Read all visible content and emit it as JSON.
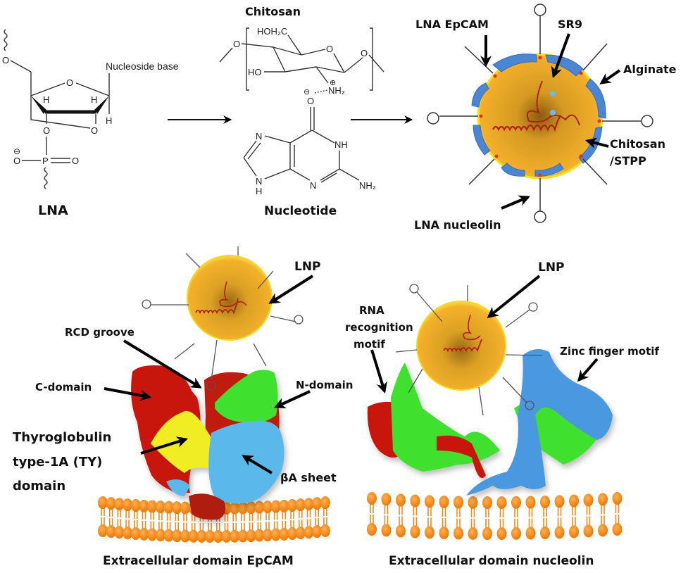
{
  "figure": {
    "top_row": {
      "lna": {
        "title": "LNA",
        "base_label": "Nucleoside base",
        "atoms": {
          "o_ring": "O",
          "o_bridge": "O",
          "o_5prime": "O",
          "o_3prime": "O",
          "h1": "H",
          "h2": "H",
          "h3": "H",
          "p": "P",
          "o_minus": "O",
          "o_double": "O",
          "minus": "⊖"
        }
      },
      "chitosan": {
        "title": "Chitosan",
        "groups": {
          "hoh2c": "HOH₂C",
          "ho": "HO",
          "o_ring": "O",
          "o_left": "O",
          "o_right": "O",
          "nh2_plus": "NH₂",
          "plus": "⊕"
        }
      },
      "nucleotide": {
        "title": "Nucleotide",
        "groups": {
          "o_minus": "O",
          "minus": "⊖",
          "n7": "N",
          "n9h": "N",
          "h9": "H",
          "nh1": "NH",
          "n3": "N",
          "nh2": "NH₂"
        }
      },
      "nanoparticle": {
        "labels": {
          "lna_epcam": "LNA EpCAM",
          "sr9": "SR9",
          "alginate": "Alginate",
          "chitosan_stpp_1": "Chitosan",
          "chitosan_stpp_2": "/STPP",
          "lna_nucleolin": "LNA nucleolin"
        }
      }
    },
    "bottom_left": {
      "lnp_label": "LNP",
      "labels": {
        "rcd_groove": "RCD groove",
        "c_domain": "C-domain",
        "n_domain": "N-domain",
        "ty_line1": "Thyroglobulin",
        "ty_line2": "type-1A (TY)",
        "ty_line3": "domain",
        "ba_sheet": "βA sheet"
      },
      "caption": "Extracellular domain EpCAM"
    },
    "bottom_right": {
      "lnp_label": "LNP",
      "labels": {
        "rrm_line1": "RNA",
        "rrm_line2": "recognition",
        "rrm_line3": "motif",
        "zinc_finger": "Zinc finger motif"
      },
      "caption": "Extracellular domain nucleolin"
    },
    "colors": {
      "nanoparticle_core": "#f2ae2a",
      "nanoparticle_center": "#9a6a14",
      "alginate": "#4a86d4",
      "red_domain": "#c8190f",
      "green_domain": "#3fe02f",
      "yellow_domain": "#f0ee22",
      "light_blue_domain": "#5ab8ea",
      "membrane_lipid": "#f28c1a",
      "rna_strand": "#b5200e"
    }
  }
}
